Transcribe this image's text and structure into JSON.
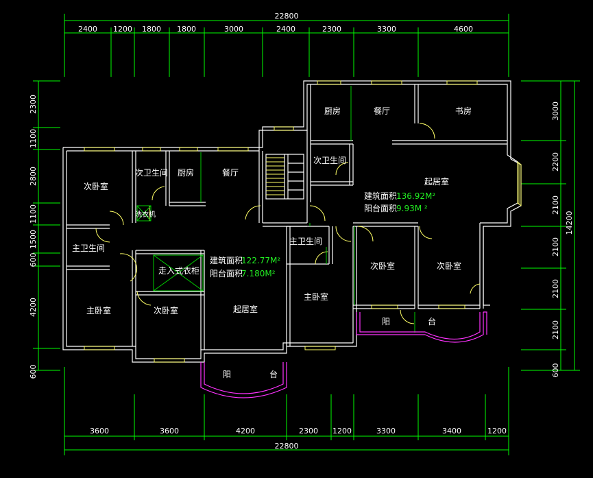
{
  "dims": {
    "top_total": "22800",
    "top": [
      "2400",
      "1200",
      "1800",
      "1800",
      "3000",
      "2400",
      "2300",
      "3300",
      "4600"
    ],
    "bottom_total": "22800",
    "bottom": [
      "3600",
      "3600",
      "4200",
      "2300",
      "1200",
      "3300",
      "3400",
      "1200"
    ],
    "left": [
      "2300",
      "1100",
      "2800",
      "1100",
      "1500",
      "600",
      "4200",
      "600"
    ],
    "right": [
      "3000",
      "2200",
      "2100",
      "2100",
      "2100",
      "2100",
      "600"
    ],
    "right_total": "14200"
  },
  "rooms": {
    "l_bed2": "次卧室",
    "l_bath2": "次卫生间",
    "l_kitchen": "厨房",
    "l_dining": "餐厅",
    "l_laundry": "洗衣机",
    "l_bath1": "主卫生间",
    "l_closet": "走入式衣柜",
    "l_master": "主卧室",
    "l_bed3": "次卧室",
    "l_living": "起居室",
    "l_balc1": "阳",
    "l_balc2": "台",
    "r_kitchen": "厨房",
    "r_dining": "餐厅",
    "r_study": "书房",
    "r_bath2": "次卫生间",
    "r_living": "起居室",
    "r_bath1": "主卫生间",
    "r_master": "主卧室",
    "r_bed2a": "次卧室",
    "r_bed2b": "次卧室",
    "r_balc1": "阳",
    "r_balc2": "台"
  },
  "areas": {
    "left": {
      "build_label": "建筑面积",
      "build_value": "122.77M²",
      "balc_label": "阳台面积",
      "balc_value": "7.180M²"
    },
    "right": {
      "build_label": "建筑面积",
      "build_value": "136.92M²",
      "balc_label": "阳台面积",
      "balc_value": "9.93M ²"
    }
  }
}
